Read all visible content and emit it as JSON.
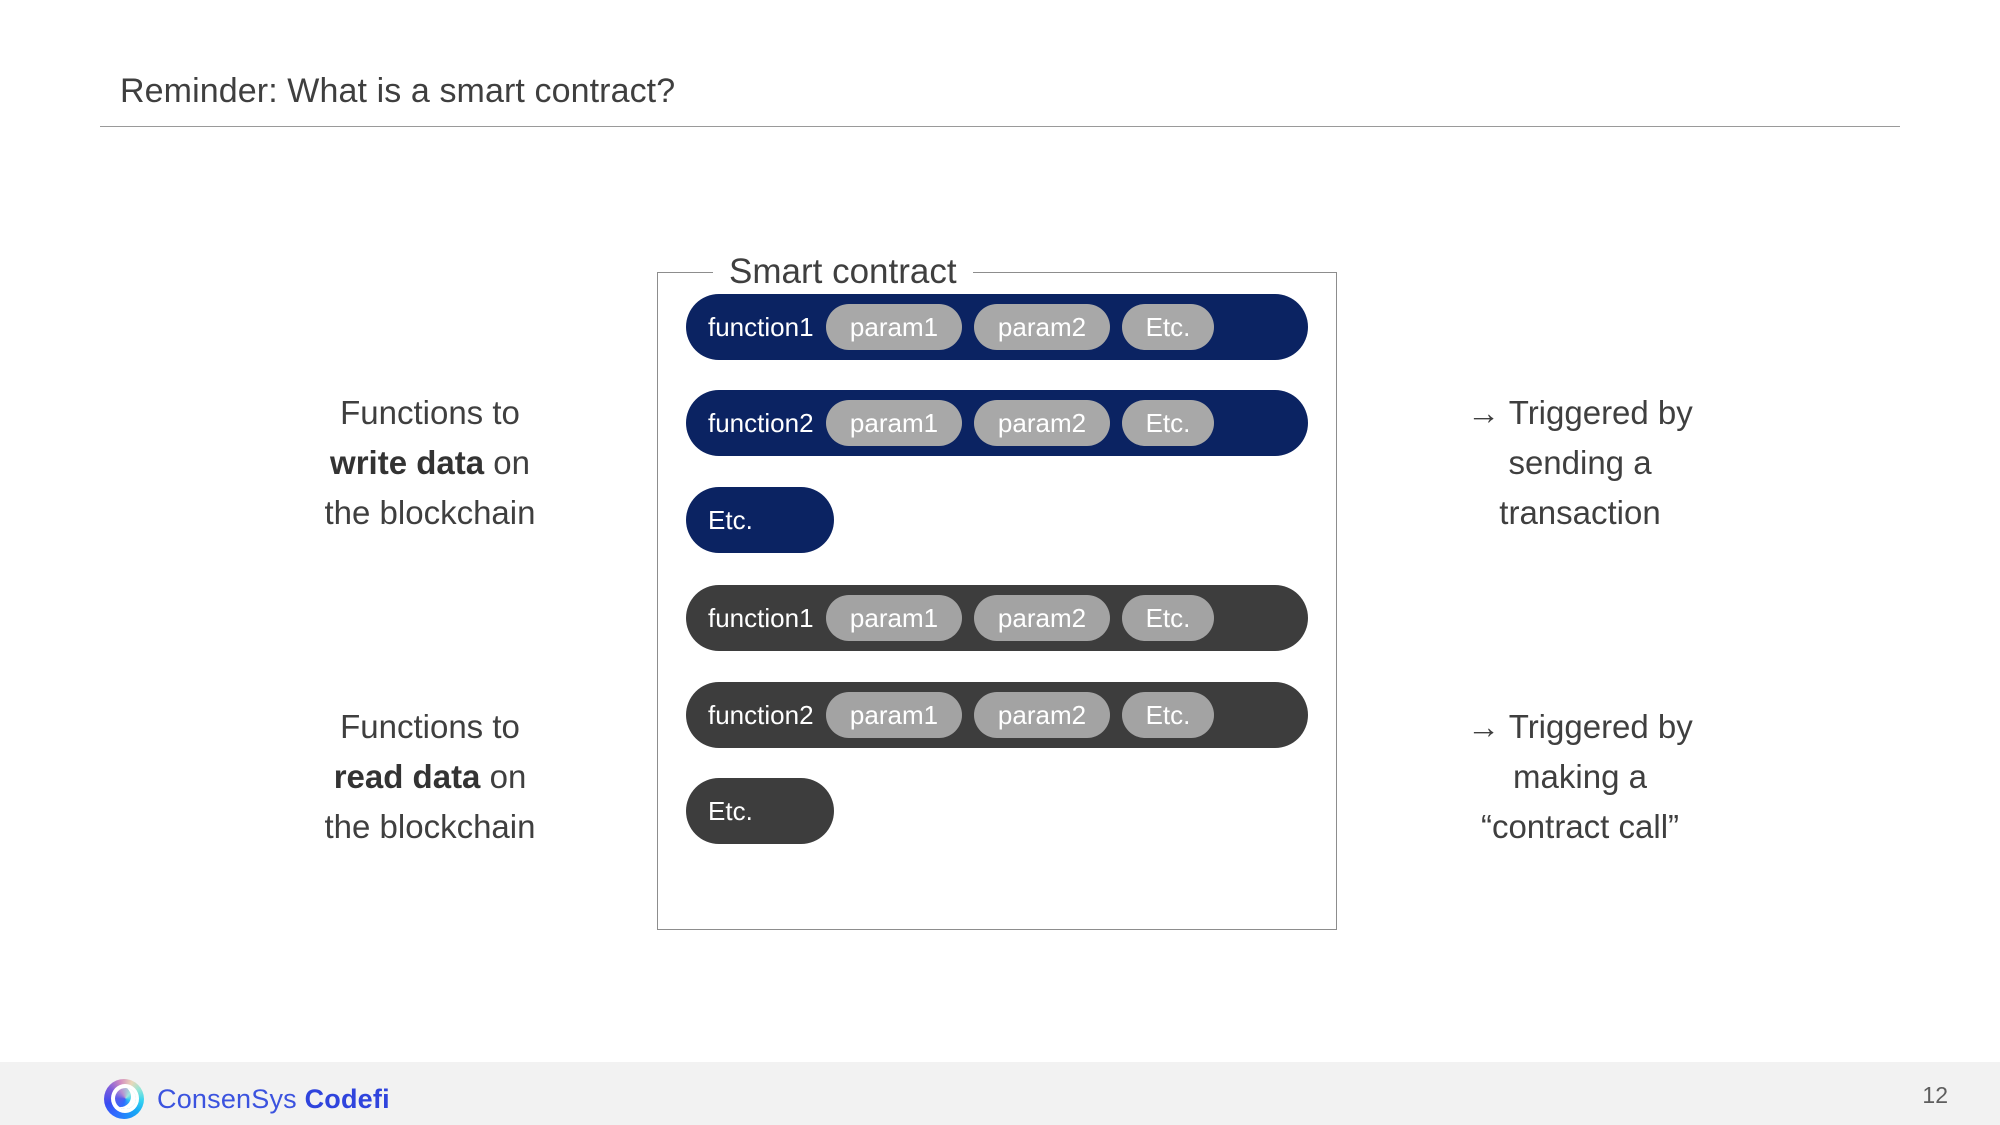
{
  "slide": {
    "title": "Reminder: What is a smart contract?",
    "page_number": "12"
  },
  "notes": {
    "write": {
      "line1": "Functions to",
      "emphasis": "write data",
      "line2_tail": " on",
      "line3": "the blockchain"
    },
    "read": {
      "line1": "Functions to",
      "emphasis": "read data",
      "line2_tail": " on",
      "line3": "the blockchain"
    },
    "trigger_write": {
      "arrow": "→",
      "line1": " Triggered by",
      "line2": "sending a",
      "line3": "transaction"
    },
    "trigger_read": {
      "arrow": "→",
      "line1": " Triggered by",
      "line2": "making a",
      "line3": "“contract call”"
    }
  },
  "contract": {
    "legend": "Smart contract",
    "write_rows": [
      {
        "name": "function1",
        "params": [
          "param1",
          "param2",
          "Etc."
        ]
      },
      {
        "name": "function2",
        "params": [
          "param1",
          "param2",
          "Etc."
        ]
      },
      {
        "name": "Etc.",
        "params": []
      }
    ],
    "read_rows": [
      {
        "name": "function1",
        "params": [
          "param1",
          "param2",
          "Etc."
        ]
      },
      {
        "name": "function2",
        "params": [
          "param1",
          "param2",
          "Etc."
        ]
      },
      {
        "name": "Etc.",
        "params": []
      }
    ]
  },
  "footer": {
    "brand_primary": "ConsenSys ",
    "brand_secondary": "Codefi",
    "logo_icon": "consensys-circle-logo"
  },
  "colors": {
    "write_row": "#0b2362",
    "read_row": "#3d3d3d",
    "param_pill": "#a8a8a8",
    "frame_border": "#8d8d8d",
    "text": "#3f3f3f",
    "brand": "#3b53df",
    "footer_bg": "#f2f2f2"
  }
}
